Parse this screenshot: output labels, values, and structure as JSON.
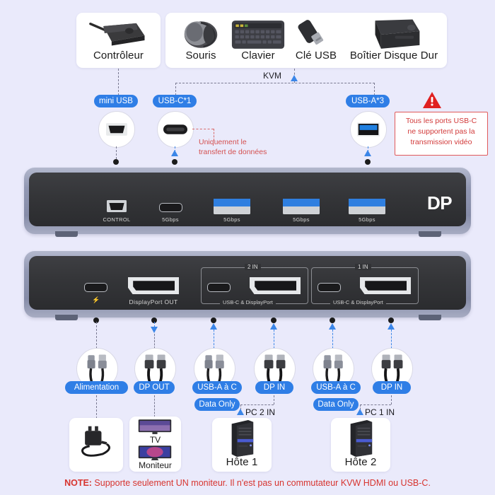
{
  "meta": {
    "background_color": "#eaeafb",
    "accent_blue": "#2f7ee6",
    "warning_red": "#d23a3a"
  },
  "top_devices": {
    "group_a": [
      {
        "label": "Contrôleur",
        "icon": "ir-controller-icon"
      }
    ],
    "group_b": [
      {
        "label": "Souris",
        "icon": "mouse-icon"
      },
      {
        "label": "Clavier",
        "icon": "keyboard-icon"
      },
      {
        "label": "Clé USB",
        "icon": "usb-flash-drive-icon"
      },
      {
        "label": "Boîtier Disque Dur",
        "icon": "external-hard-drive-icon"
      }
    ]
  },
  "kvm_label": "KVM",
  "port_callouts": [
    {
      "pill": "mini USB",
      "icon": "mini-usb-port-icon"
    },
    {
      "pill": "USB-C*1",
      "icon": "usb-c-port-icon"
    },
    {
      "pill": "USB-A*3",
      "icon": "usb-a-port-icon"
    }
  ],
  "notes": {
    "data_only": "Uniquement le\ntransfert de données",
    "warning_box": "Tous les ports USB-C ne supportent pas la transmission vidéo",
    "warning_box_lines": [
      "Tous les ports USB-C",
      "ne supportent pas la",
      "transmission vidéo"
    ],
    "warning_icon": "warning-triangle-icon"
  },
  "front_panel": {
    "brand": "DP",
    "ports": [
      {
        "type": "mini-usb",
        "caption": "CONTROL"
      },
      {
        "type": "usb-c",
        "caption": "5Gbps"
      },
      {
        "type": "usb-a",
        "caption": "5Gbps"
      },
      {
        "type": "usb-a",
        "caption": "5Gbps"
      },
      {
        "type": "usb-a",
        "caption": "5Gbps"
      }
    ]
  },
  "rear_panel": {
    "ports": [
      {
        "type": "usb-c",
        "caption": "⚡"
      },
      {
        "type": "displayport",
        "caption": "DisplayPort OUT"
      },
      {
        "type": "usb-c",
        "caption": ""
      },
      {
        "type": "displayport",
        "caption": ""
      },
      {
        "type": "usb-c",
        "caption": ""
      },
      {
        "type": "displayport",
        "caption": ""
      }
    ],
    "groups": [
      {
        "title": "2 IN",
        "subtitle": "USB-C & DisplayPort"
      },
      {
        "title": "1 IN",
        "subtitle": "USB-C & DisplayPort"
      }
    ]
  },
  "cables": [
    {
      "pill": "Alimentation",
      "sub": null,
      "icon": "power-cable-icon",
      "arrow": "none"
    },
    {
      "pill": "DP OUT",
      "sub": null,
      "icon": "dp-cable-icon",
      "arrow": "down"
    },
    {
      "pill": "USB-A à C",
      "sub": "Data Only",
      "icon": "usb-a-to-c-cable-icon",
      "arrow": "up"
    },
    {
      "pill": "DP IN",
      "sub": null,
      "icon": "dp-cable-icon",
      "arrow": "up"
    },
    {
      "pill": "USB-A à C",
      "sub": "Data Only",
      "icon": "usb-a-to-c-cable-icon",
      "arrow": "up"
    },
    {
      "pill": "DP IN",
      "sub": null,
      "icon": "dp-cable-icon",
      "arrow": "up"
    }
  ],
  "pc_markers": [
    {
      "label": "PC 2 IN"
    },
    {
      "label": "PC 1 IN"
    }
  ],
  "bottom_devices": [
    {
      "label": "",
      "icon": "power-adapter-icon"
    },
    {
      "label": "TV",
      "label2": "Moniteur",
      "icon": "tv-monitor-icon"
    },
    {
      "label": "Hôte 1",
      "icon": "desktop-tower-icon"
    },
    {
      "label": "Hôte 2",
      "icon": "desktop-tower-icon"
    }
  ],
  "footer_note": {
    "prefix": "NOTE:",
    "text": " Supporte seulement UN moniteur. Il n'est pas un commutateur KVW HDMI ou USB-C."
  }
}
